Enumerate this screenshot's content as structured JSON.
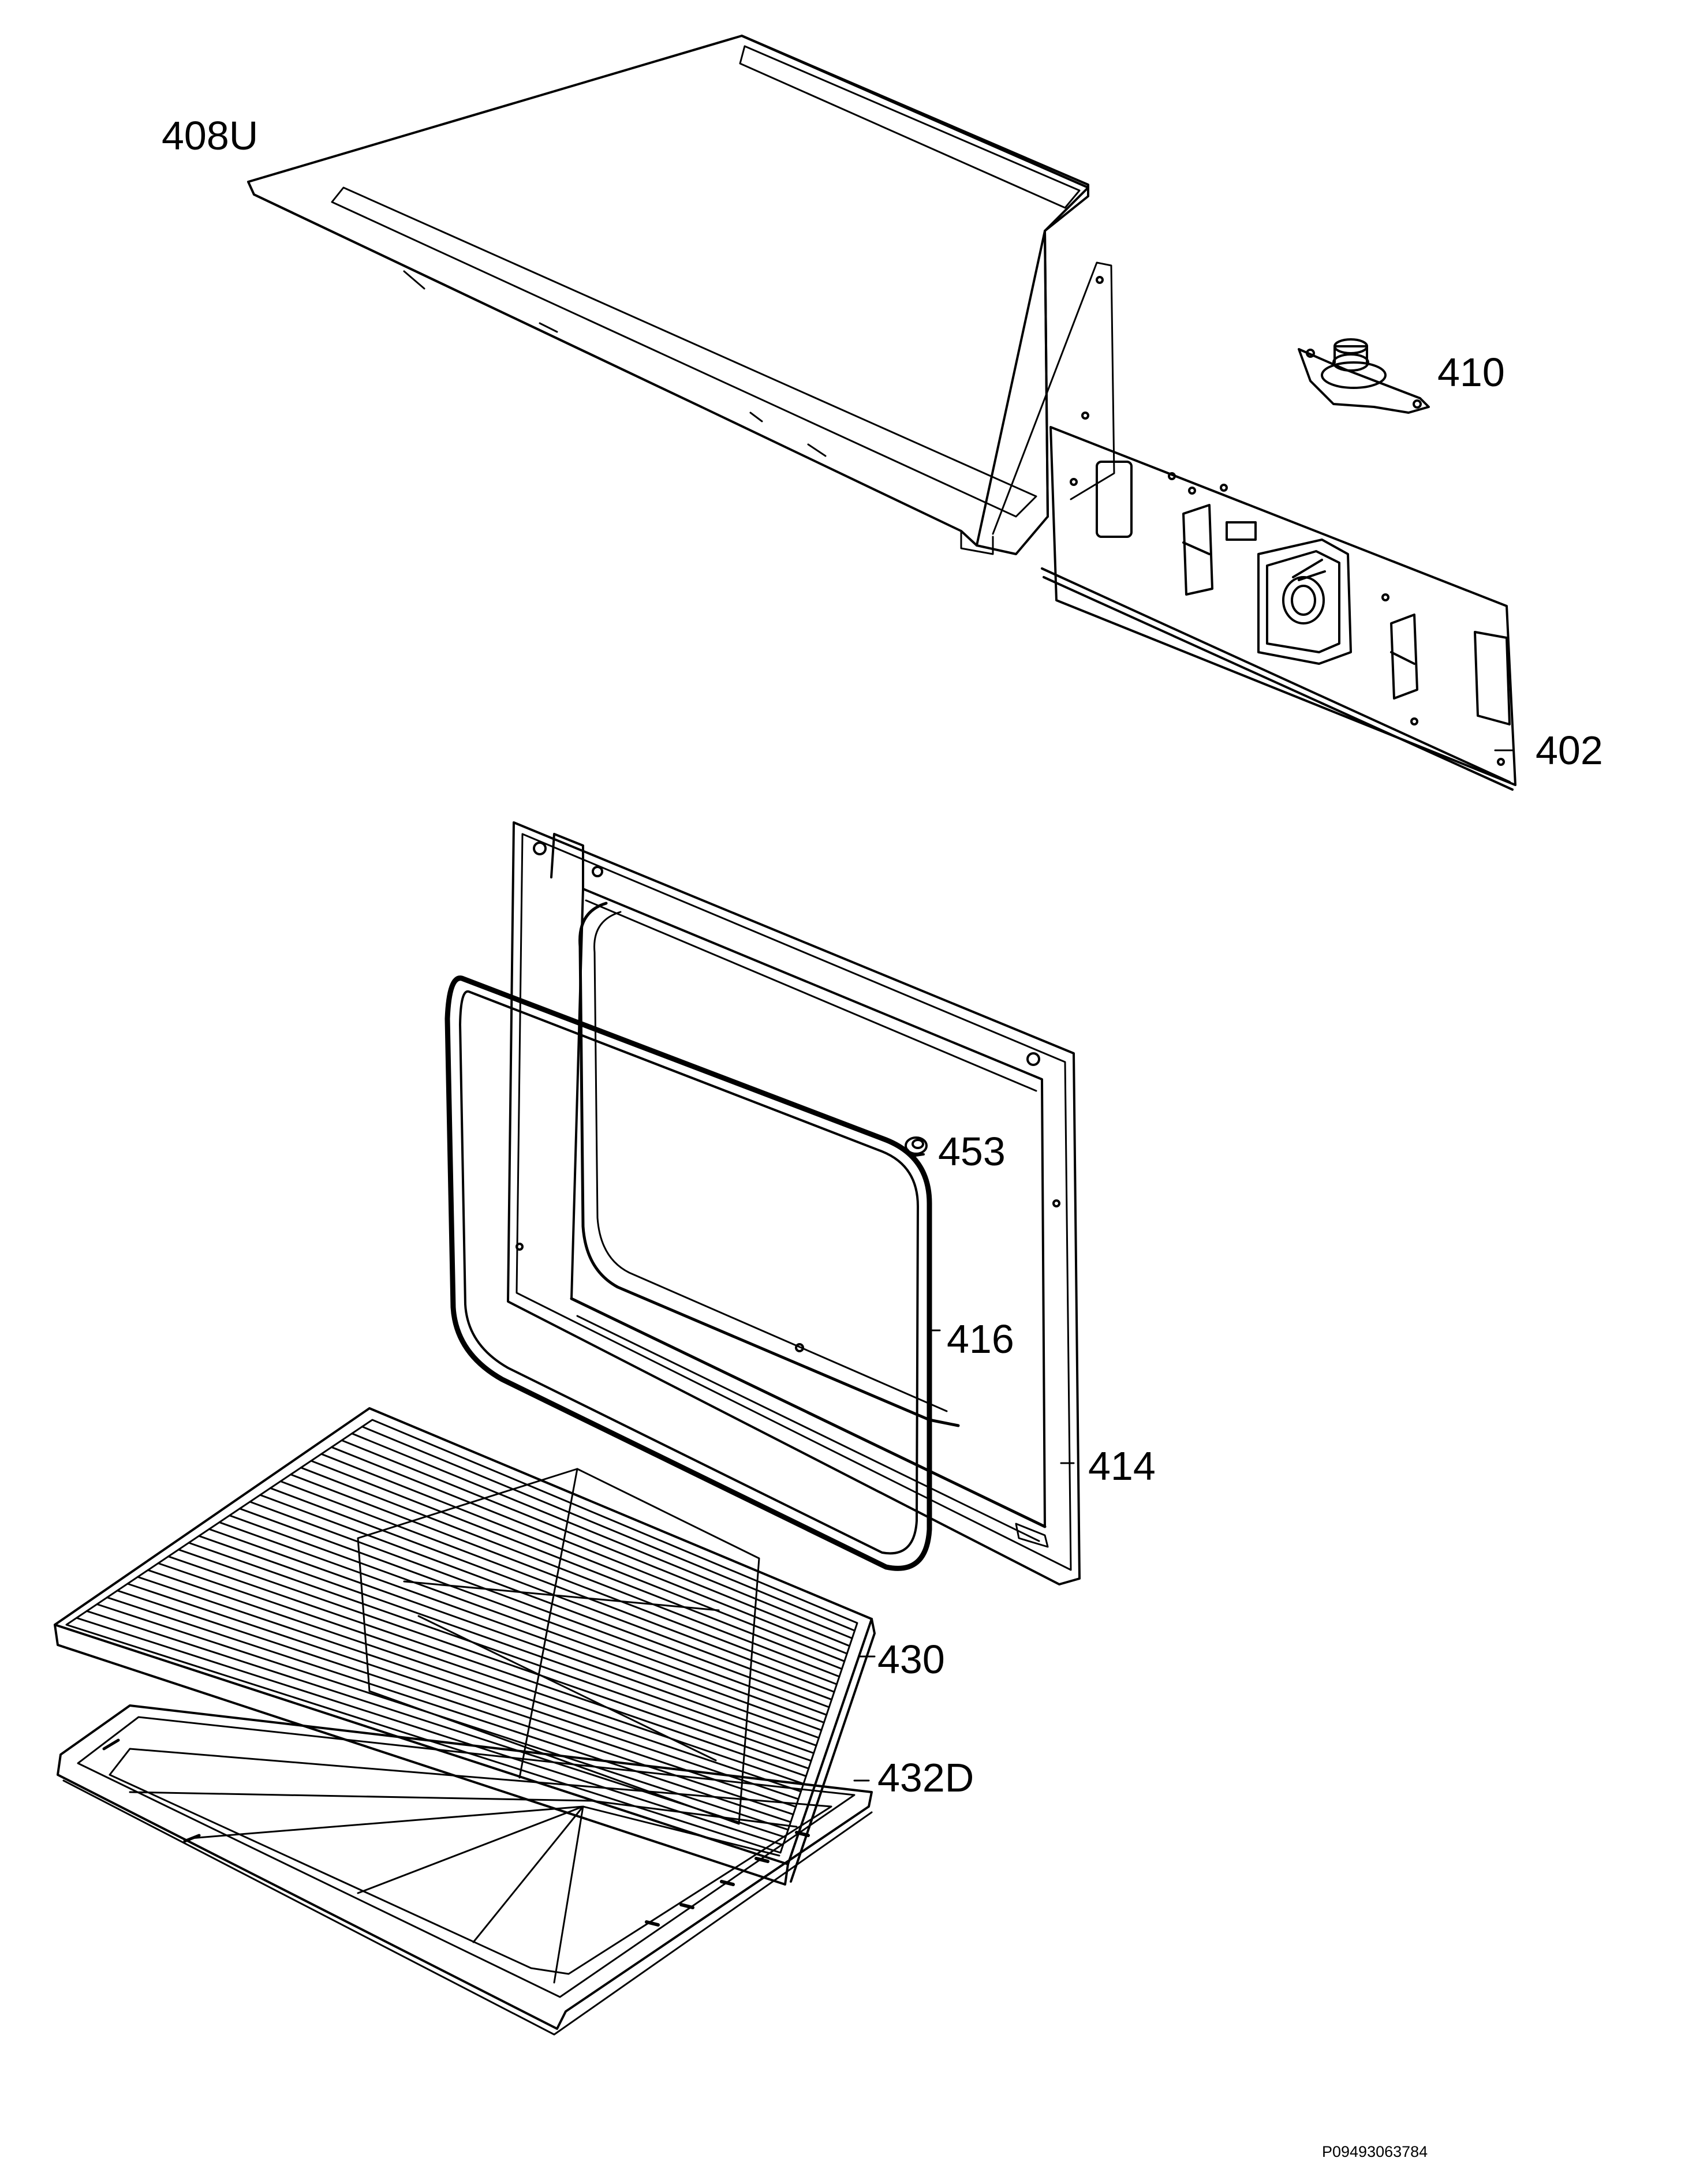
{
  "labels": {
    "p408u": "408U",
    "p410": "410",
    "p402": "402",
    "p453": "453",
    "p416": "416",
    "p414": "414",
    "p430": "430",
    "p432d": "432D"
  },
  "document_id": "P09493063784"
}
